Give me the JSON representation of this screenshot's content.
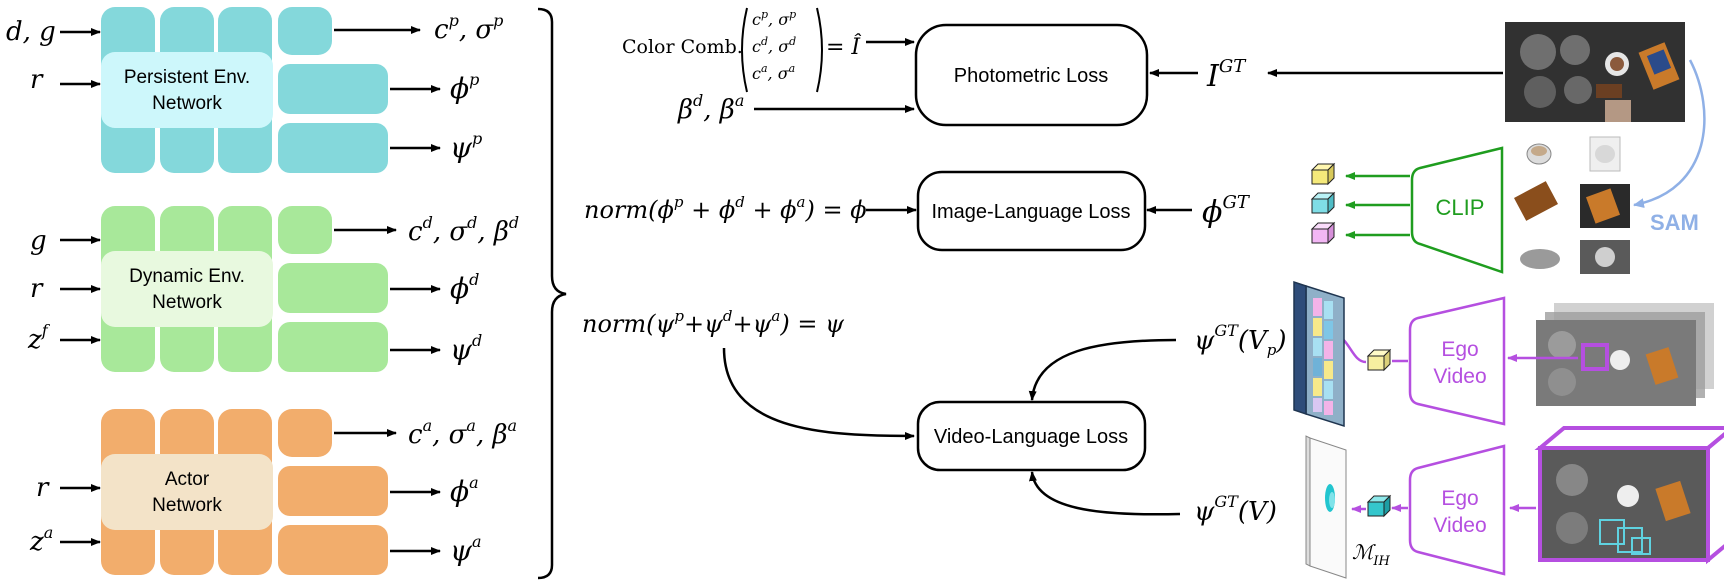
{
  "colors": {
    "persistent_fill": "#84d8db",
    "persistent_label_bg": "#cdf7fb",
    "dynamic_fill": "#a8e89a",
    "dynamic_label_bg": "#e8f9df",
    "actor_fill": "#f2ad6c",
    "actor_label_bg": "#f3e3c8",
    "clip_green": "#1f9d1f",
    "ego_purple": "#b54fe0",
    "sam_blue": "#8fb0e6",
    "box_stroke": "#000000"
  },
  "networks": {
    "persistent": {
      "label_line1": "Persistent Env.",
      "label_line2": "Network",
      "in1_main": "d, g",
      "in2_main": "r",
      "out1_main": "c",
      "out1_sup": "p",
      "out1_sep": ", σ",
      "out1_sup2": "p",
      "out2_main": "ϕ",
      "out2_sup": "p",
      "out3_main": "ψ",
      "out3_sup": "p"
    },
    "dynamic": {
      "label_line1": "Dynamic Env.",
      "label_line2": "Network",
      "in1_main": "g",
      "in2_main": "r",
      "in3_main": "z",
      "in3_sup": "f",
      "out1_a": "c",
      "out1_a_sup": "d",
      "out1_b": ", σ",
      "out1_b_sup": "d",
      "out1_c": ", β",
      "out1_c_sup": "d",
      "out2_main": "ϕ",
      "out2_sup": "d",
      "out3_main": "ψ",
      "out3_sup": "d"
    },
    "actor": {
      "label_line1": "Actor",
      "label_line2": "Network",
      "in1_main": "r",
      "in2_main": "z",
      "in2_sup": "a",
      "out1_a": "c",
      "out1_a_sup": "a",
      "out1_b": ", σ",
      "out1_b_sup": "a",
      "out1_c": ", β",
      "out1_c_sup": "a",
      "out2_main": "ϕ",
      "out2_sup": "a",
      "out3_main": "ψ",
      "out3_sup": "a"
    }
  },
  "losses": {
    "photometric": "Photometric Loss",
    "image_language": "Image-Language Loss",
    "video_language": "Video-Language Loss"
  },
  "formulas": {
    "color_comb_label": "Color Comb.",
    "matrix_row1": "c",
    "matrix_row1_sup": "p",
    "matrix_row1_b": ", σ",
    "matrix_row1_b_sup": "p",
    "matrix_row2": "c",
    "matrix_row2_sup": "d",
    "matrix_row2_b": ", σ",
    "matrix_row2_b_sup": "d",
    "matrix_row3": "c",
    "matrix_row3_sup": "a",
    "matrix_row3_b": ", σ",
    "matrix_row3_b_sup": "a",
    "matrix_result": "= Î",
    "beta_a": "β",
    "beta_a_sup": "d",
    "beta_b": ", β",
    "beta_b_sup": "a",
    "norm_phi_pre": "norm(ϕ",
    "norm_phi_s1": "p",
    "norm_phi_m1": " + ϕ",
    "norm_phi_s2": "d",
    "norm_phi_m2": " + ϕ",
    "norm_phi_s3": "a",
    "norm_phi_post": ") = ϕ",
    "norm_psi_pre": "norm(ψ",
    "norm_psi_s1": "p",
    "norm_psi_m1": "+ψ",
    "norm_psi_s2": "d",
    "norm_psi_m2": "+ψ",
    "norm_psi_s3": "a",
    "norm_psi_post": ") = ψ",
    "igt_main": "I",
    "igt_sup": "GT",
    "phigt_main": "ϕ",
    "phigt_sup": "GT",
    "psigt_vp_main": "ψ",
    "psigt_vp_sup": "GT",
    "psigt_vp_arg": "(V",
    "psigt_vp_sub": "p",
    "psigt_vp_close": ")",
    "psigt_v_main": "ψ",
    "psigt_v_sup": "GT",
    "psigt_v_arg": "(V)",
    "mih_main": "ℳ",
    "mih_sub": "IH"
  },
  "models": {
    "clip": "CLIP",
    "sam": "SAM",
    "ego_video_1_line1": "Ego",
    "ego_video_1_line2": "Video",
    "ego_video_2_line1": "Ego",
    "ego_video_2_line2": "Video"
  }
}
